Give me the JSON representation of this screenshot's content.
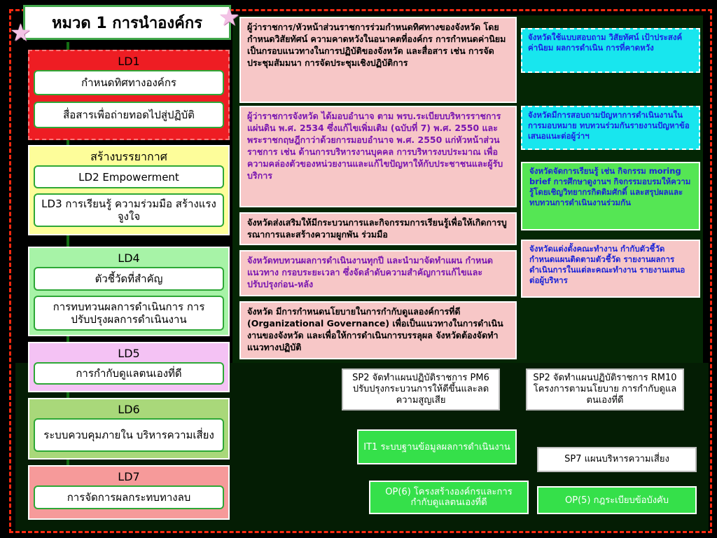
{
  "title": "หมวด 1 การนำองค์กร",
  "colors": {
    "frame": "#ff2a10",
    "ld1_bg": "#ee1d23",
    "ld23_bg": "#fdfd9a",
    "ld4_bg": "#a7f3a7",
    "ld5_bg": "#f4c2f4",
    "ld6_bg": "#a9d87a",
    "ld7_bg": "#f69a9a"
  },
  "left_column": {
    "ld1": {
      "title": "LD1",
      "items": [
        "กำหนดทิศทางองค์กร",
        "สื่อสารเพื่อถ่ายทอดไปสู่ปฏิบัติ"
      ]
    },
    "ld23": {
      "title": "สร้างบรรยากาศ",
      "items": [
        "LD2 Empowerment",
        "LD3 การเรียนรู้ ความร่วมมือ สร้างแรงจูงใจ"
      ]
    },
    "ld4": {
      "title": "LD4",
      "items": [
        "ตัวชี้วัดที่สำคัญ",
        "การทบทวนผลการดำเนินการ การปรับปรุงผลการดำเนินงาน"
      ]
    },
    "ld5": {
      "title": "LD5",
      "items": [
        "การกำกับดูแลตนเองที่ดี"
      ]
    },
    "ld6": {
      "title": "LD6",
      "items": [
        "ระบบควบคุมภายใน บริหารความเสี่ยง"
      ]
    },
    "ld7": {
      "title": "LD7",
      "items": [
        "การจัดการผลกระทบทางลบ"
      ]
    }
  },
  "middle_column": [
    "ผู้ว่าราชการ/หัวหน้าส่วนราชการร่วมกำหนดทิศทางของจังหวัด โดยกำหนดวิสัยทัศน์ ความคาดหวังในอนาคตที่องค์กร การกำหนดค่านิยม เป็นกรอบแนวทางในการปฏิบัติของจังหวัด และสื่อสาร เช่น การจัดประชุมสัมมนา การจัดประชุมเชิงปฏิบัติการ",
    "ผู้ว่าราชการจังหวัด ได้มอบอำนาจ ตาม พรบ.ระเบียบบริหารราชการแผ่นดิน พ.ศ. 2534 ซึ่งแก้ไขเพิ่มเติม (ฉบับที่ 7) พ.ศ. 2550 และพระราชกฤษฎีกาว่าด้วยการมอบอำนาจ พ.ศ. 2550 แก่หัวหน้าส่วนราชการ เช่น ด้านการบริหารงานบุคคล การบริหารงบประมาณ เพื่อความคล่องตัวของหน่วยงานและแก้ไขปัญหาให้กับประชาชนและผู้รับบริการ",
    "จังหวัดส่งเสริมให้มีกระบวนการและกิจกรรมการเรียนรู้เพื่อให้เกิดการบูรณาการและสร้างความผูกพัน ร่วมมือ",
    "จังหวัดทบทวนผลการดำเนินงานทุกปี และนำมาจัดทำแผน กำหนดแนวทาง กรอบระยะเวลา ซึ่งจัดลำดับความสำคัญการแก้ไขและปรับปรุงก่อน-หลัง",
    "จังหวัด มีการกำหนดนโยบายในการกำกับดูแลองค์การที่ดี (Organizational Governance) เพื่อเป็นแนวทางในการดำเนินงานของจังหวัด และเพื่อให้การดำเนินการบรรลุผล จังหวัดต้องจัดทำแนวทางปฏิบัติ"
  ],
  "right_column": [
    "จังหวัดใช้แบบสอบถาม วิสัยทัศน์ เป้าประสงค์ ค่านิยม ผลการดำเนิน การที่คาดหวัง",
    "จังหวัดมีการสอบถามปัญหาการดำเนินงานในการมอบหมาย ทบทวนร่วมกันรายงานปัญหาข้อเสนอแนะต่อผู้ว่าฯ",
    "จังหวัดจัดการเรียนรู้ เช่น กิจกรรม moring brief การศึกษาดูงานฯ กิจกรรมอบรมให้ความรู้โดยเชิญวิทยากรกิตติมศักดิ์ และสรุปผลและทบทวนการดำเนินงานร่วมกัน",
    "จังหวัดแต่งตั้งคณะทำงาน กำกับตัวชี้วัด กำหนดแผนติดตามตัวชี้วัด รายงานผลการดำเนินการในแต่ละคณะทำงาน รายงานเสนอต่อผู้บริหาร"
  ],
  "bottom_boxes": {
    "sp2_pm6": "SP2 จัดทำแผนปฏิบัติราชการ PM6 ปรับปรุงกระบวนการให้ดีขึ้นและลดความสูญเสีย",
    "sp2_rm10": "SP2 จัดทำแผนปฏิบัติราชการ RM10 โครงการตามนโยบาย การกำกับดูแลตนเองที่ดี",
    "it1": "IT1 ระบบฐานข้อมูลผลการดำเนินงาน",
    "sp7": "SP7 แผนบริหารความเสี่ยง",
    "op6": "OP(6) โครงสร้างองค์กรและการกำกับดูแลตนเองที่ดี",
    "op5": "OP(5) กฎระเบียบข้อบังคับ"
  }
}
